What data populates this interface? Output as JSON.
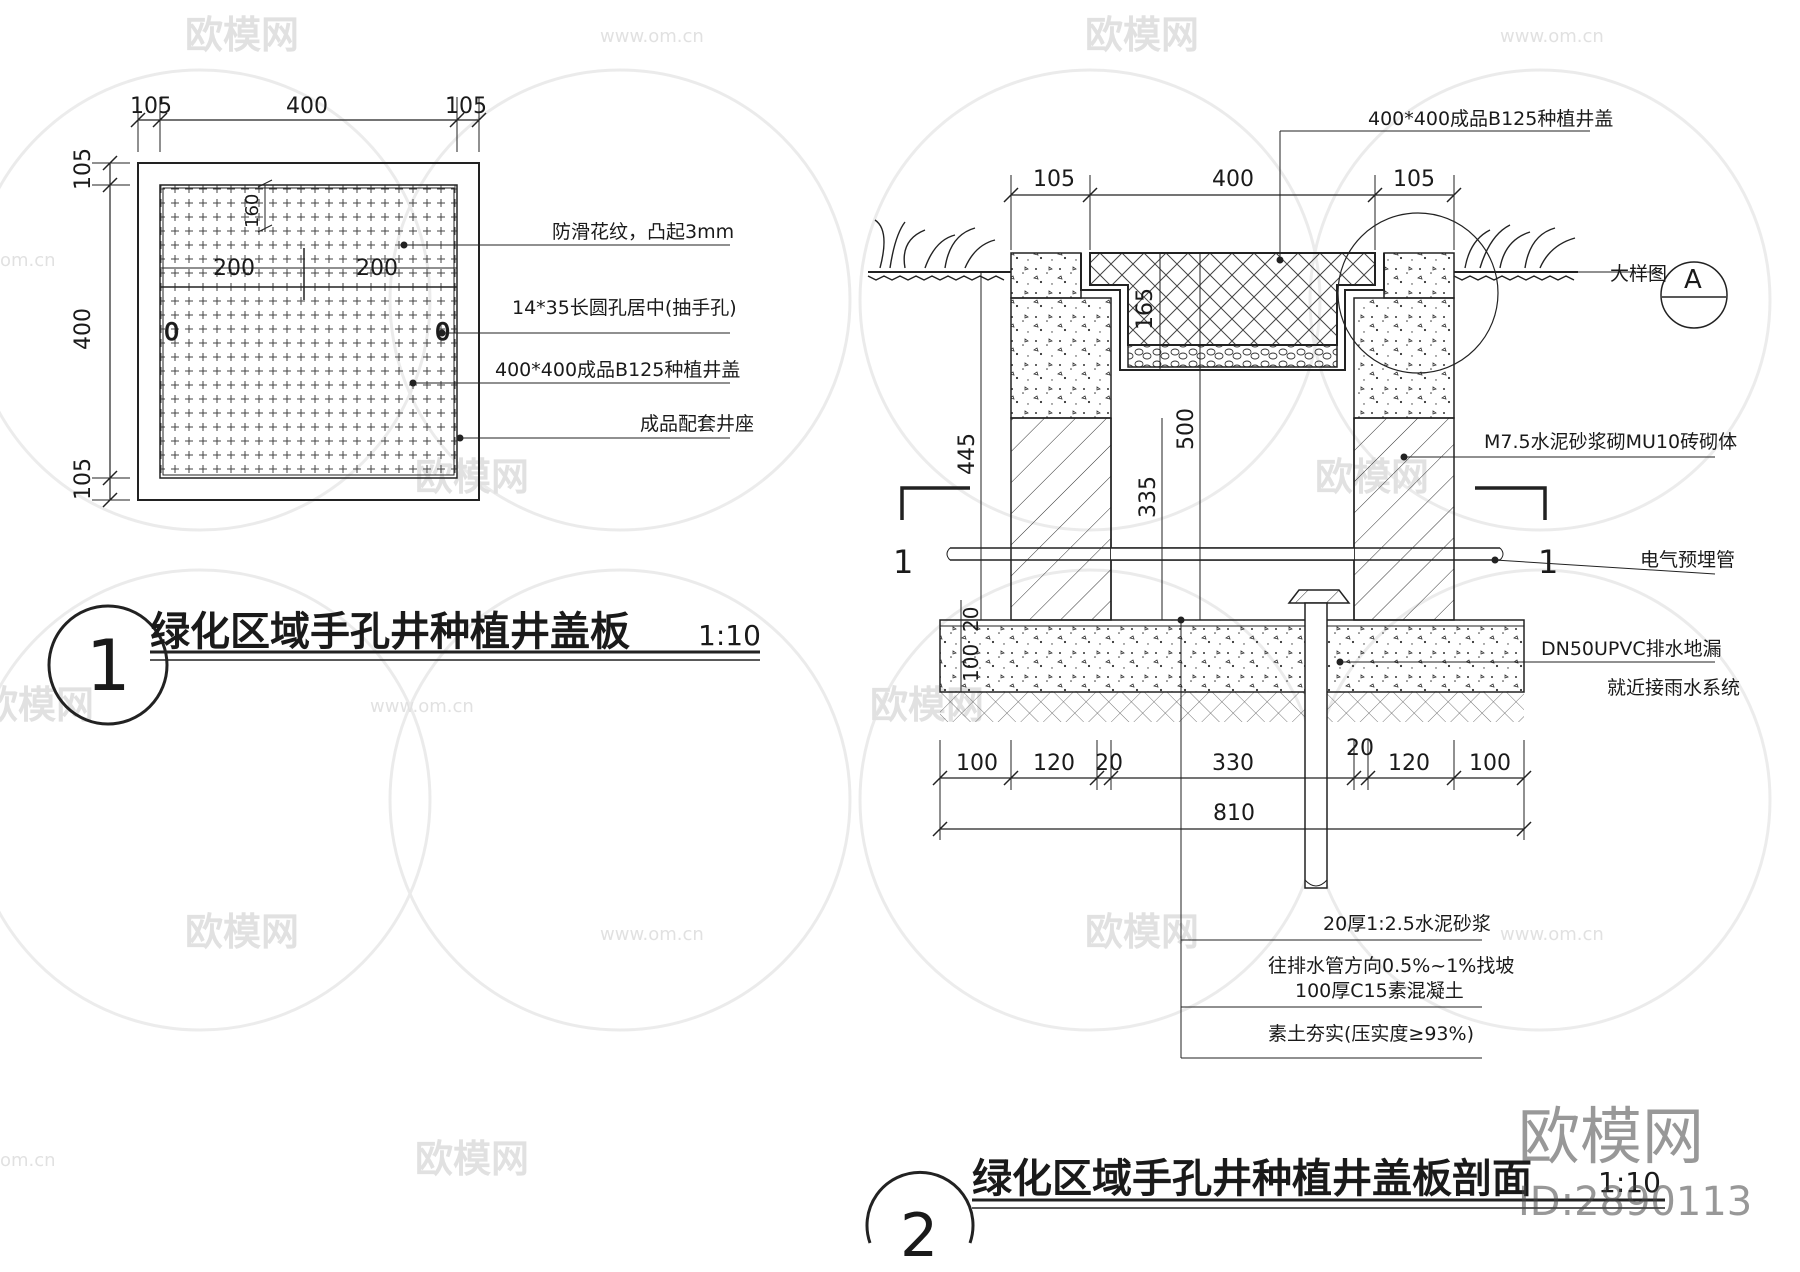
{
  "watermark": {
    "brand": "欧模网",
    "url": "www.om.cn",
    "url_short": "om.cn",
    "id": "ID:2890113"
  },
  "drawing1": {
    "title": "绿化区域手孔井种植井盖板",
    "scale": "1:10",
    "number": "1",
    "dims": {
      "top_left": "105",
      "top_mid": "400",
      "top_right": "105",
      "left_top": "105",
      "left_mid": "400",
      "left_bottom": "105",
      "hole_left": "200",
      "hole_right": "200",
      "hole_offset": "160"
    },
    "notes": [
      "防滑花纹，凸起3mm",
      "14*35长圆孔居中(抽手孔)",
      "400*400成品B125种植井盖",
      "成品配套井座"
    ]
  },
  "drawing2": {
    "title": "绿化区域手孔井种植井盖板剖面",
    "scale": "1:10",
    "number": "2",
    "dims_top": [
      "105",
      "400",
      "105"
    ],
    "dims_bottom": [
      "100",
      "120",
      "20",
      "330",
      "20",
      "120",
      "100"
    ],
    "total": "810",
    "v_dims": {
      "cover": "165",
      "inner": "500",
      "wall": "445",
      "clear": "335",
      "bed": "20",
      "base": "100"
    },
    "section_mark": "1",
    "detail_ref": "大样图",
    "detail_letter": "A",
    "notes": {
      "cover": "400*400成品B125种植井盖",
      "wall": "M7.5水泥砂浆砌MU10砖砌体",
      "pipe": "电气预埋管",
      "drain_1": "DN50UPVC排水地漏",
      "drain_2": "就近接雨水系统",
      "layer_1": "20厚1:2.5水泥砂浆",
      "layer_2a": "往排水管方向0.5%~1%找坡",
      "layer_2b": "100厚C15素混凝土",
      "layer_3": "素土夯实(压实度≥93%)"
    }
  }
}
